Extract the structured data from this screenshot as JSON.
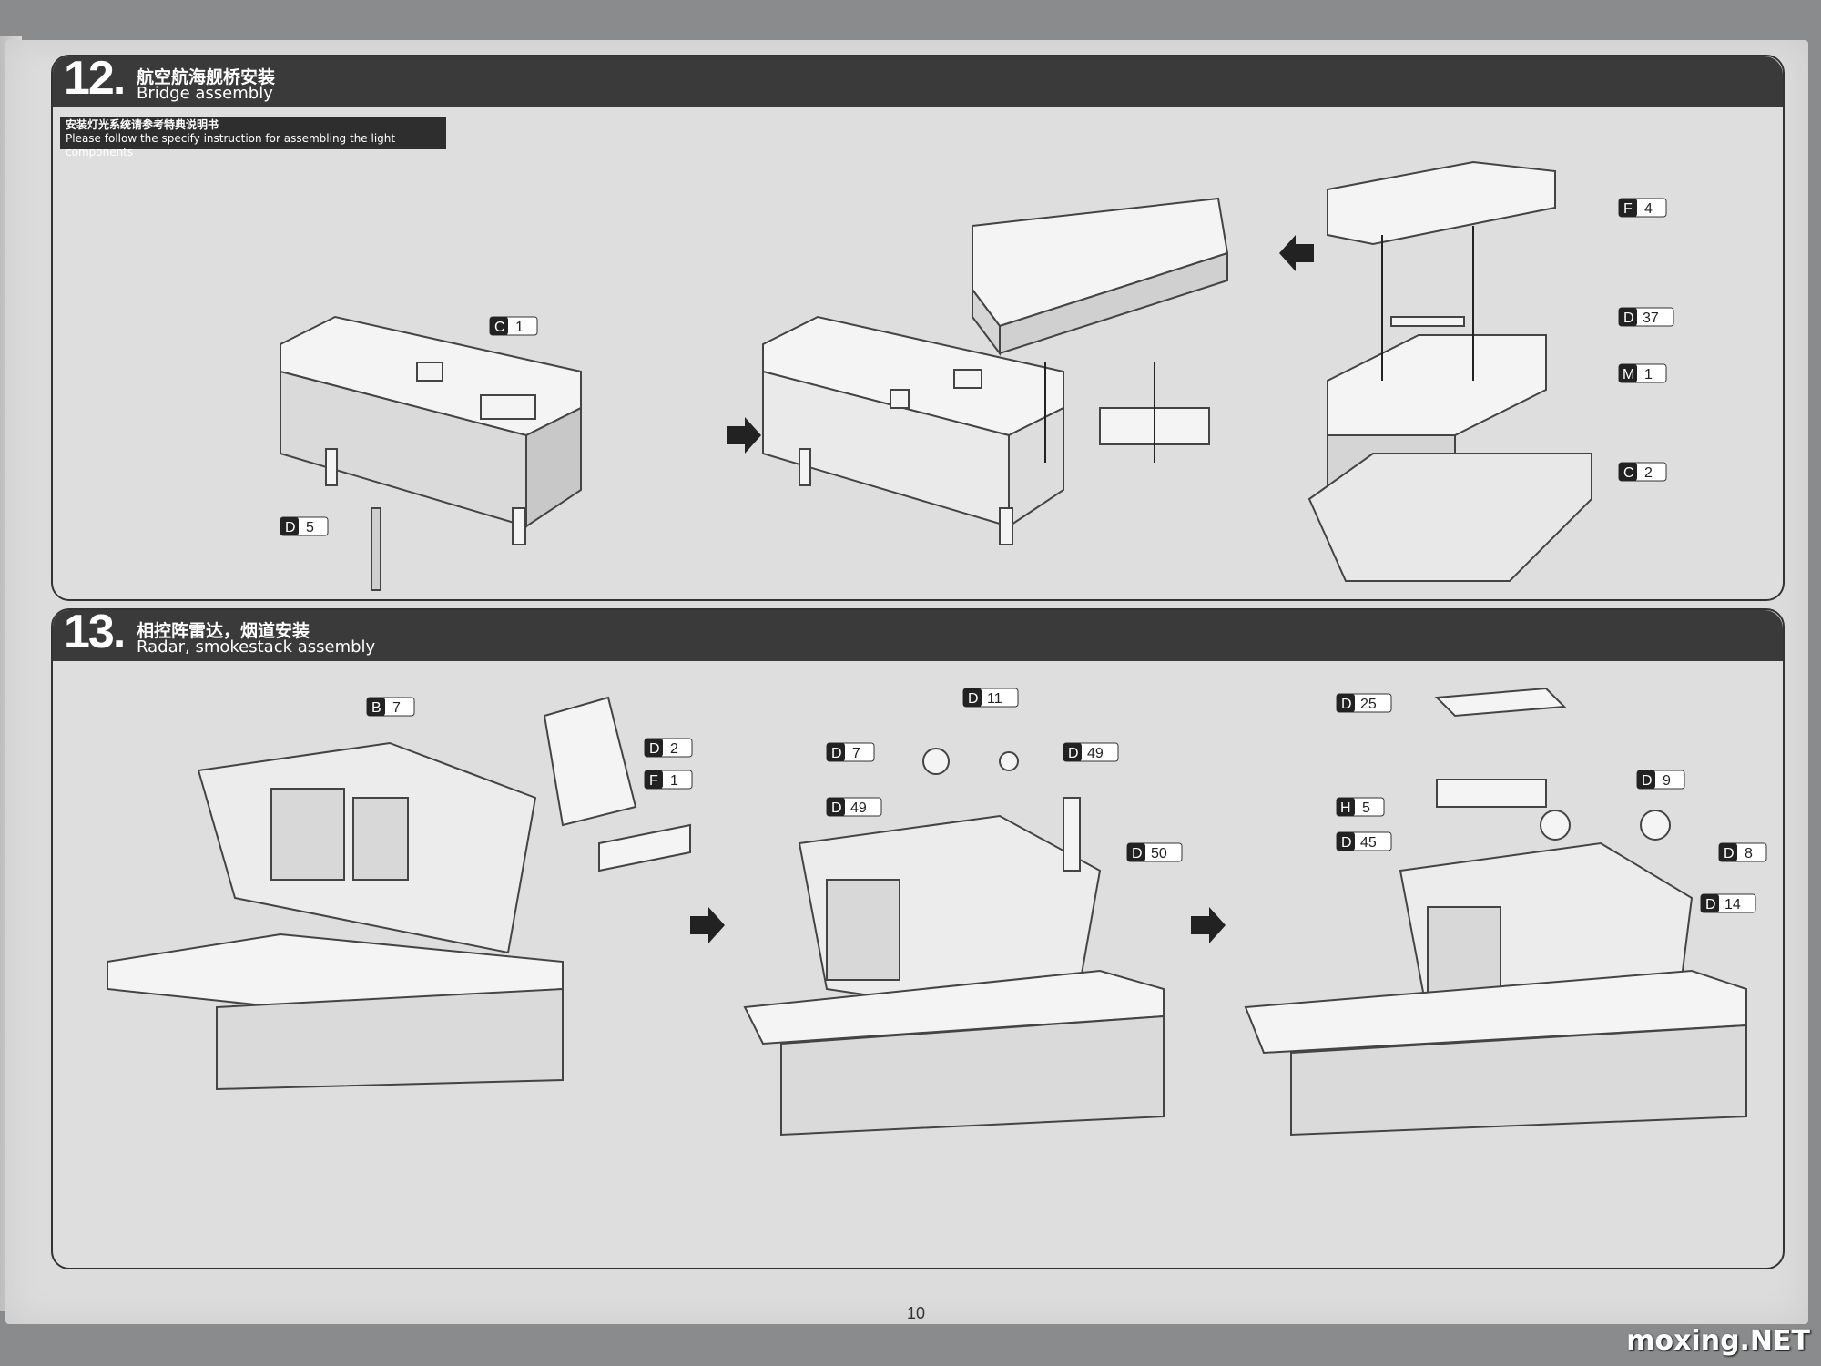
{
  "page": {
    "number": "10",
    "watermark": "moxing.NET"
  },
  "step12": {
    "number": "12.",
    "title_cn": "航空航海舰桥安装",
    "title_en": "Bridge assembly",
    "note_cn": "安装灯光系统请参考特典说明书",
    "note_en": "Please follow the specify instruction for assembling the light components",
    "parts": [
      {
        "letter": "C",
        "num": "1"
      },
      {
        "letter": "D",
        "num": "5"
      },
      {
        "letter": "F",
        "num": "4"
      },
      {
        "letter": "D",
        "num": "37"
      },
      {
        "letter": "M",
        "num": "1"
      },
      {
        "letter": "C",
        "num": "2"
      }
    ]
  },
  "step13": {
    "number": "13.",
    "title_cn": "相控阵雷达，烟道安装",
    "title_en": "Radar, smokestack assembly",
    "parts": [
      {
        "letter": "B",
        "num": "7"
      },
      {
        "letter": "D",
        "num": "2"
      },
      {
        "letter": "F",
        "num": "1"
      },
      {
        "letter": "D",
        "num": "11"
      },
      {
        "letter": "D",
        "num": "7"
      },
      {
        "letter": "D",
        "num": "49"
      },
      {
        "letter": "D",
        "num": "49"
      },
      {
        "letter": "D",
        "num": "50"
      },
      {
        "letter": "D",
        "num": "25"
      },
      {
        "letter": "D",
        "num": "9"
      },
      {
        "letter": "H",
        "num": "5"
      },
      {
        "letter": "D",
        "num": "45"
      },
      {
        "letter": "D",
        "num": "8"
      },
      {
        "letter": "D",
        "num": "14"
      }
    ]
  }
}
